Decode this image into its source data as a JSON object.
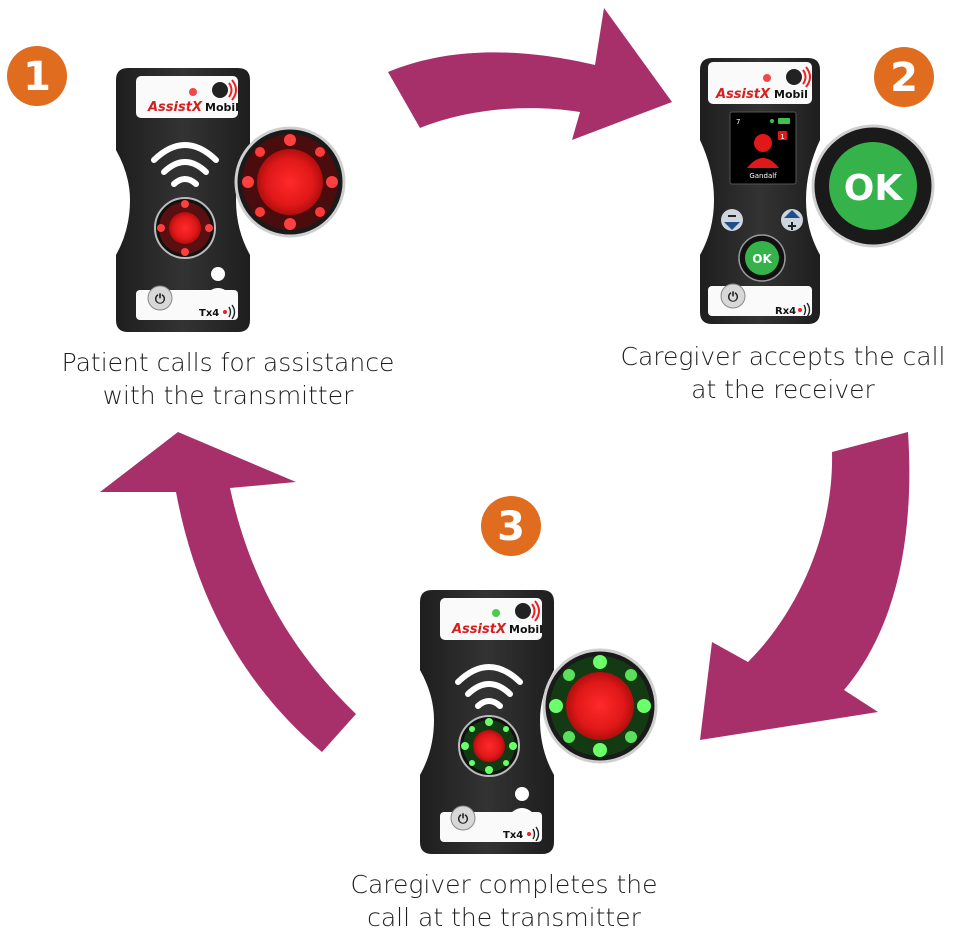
{
  "steps": [
    {
      "number": "1",
      "device": {
        "brand": "AssistX",
        "model": "Mobil",
        "tag": "Tx4",
        "state": "calling",
        "button_color": "#ee2124",
        "ring_color": "#ee2124"
      },
      "caption": {
        "line1": "Patient calls for assistance",
        "line2": "with the transmitter"
      }
    },
    {
      "number": "2",
      "device": {
        "brand": "AssistX",
        "model": "Mobil",
        "tag": "Rx4",
        "screen_top_left": "7",
        "screen_badge": "1",
        "screen_name": "Gandalf",
        "ok_label": "OK"
      },
      "caption": {
        "line1": "Caregiver accepts the call",
        "line2": "at the receiver"
      }
    },
    {
      "number": "3",
      "device": {
        "brand": "AssistX",
        "model": "Mobil",
        "tag": "Tx4",
        "state": "completed",
        "button_color": "#ee2124",
        "ring_color": "#3cc24a"
      },
      "caption": {
        "line1": "Caregiver completes the",
        "line2": "call at the transmitter"
      }
    }
  ],
  "colors": {
    "arrow": "#a8306a",
    "badge": "#e06d1f",
    "ok_green": "#35b34a",
    "device_body": "#2b2b2b",
    "alert_red": "#ee2124"
  },
  "icons": [
    "power-icon",
    "wifi-signal-icon",
    "person-icon",
    "signal-waves-icon",
    "plus-icon",
    "minus-icon"
  ]
}
